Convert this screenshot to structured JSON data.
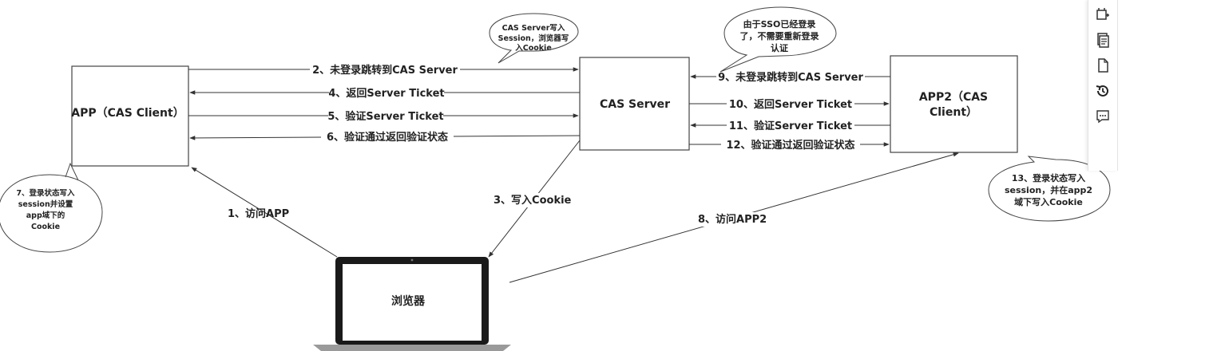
{
  "nodes": {
    "app": "APP（CAS Client）",
    "cas_server": "CAS Server",
    "app2_line1": "APP2（CAS",
    "app2_line2": "Client）",
    "browser": "浏览器"
  },
  "arrows": {
    "a2": "2、未登录跳转到CAS Server",
    "a4": "4、返回Server Ticket",
    "a5": "5、验证Server Ticket",
    "a6": "6、验证通过返回验证状态",
    "a9": "9、未登录跳转到CAS Server",
    "a10": "10、返回Server Ticket",
    "a11": "11、验证Server Ticket",
    "a12": "12、验证通过返回验证状态",
    "a1": "1、访问APP",
    "a3": "3、写入Cookie",
    "a8": "8、访问APP2"
  },
  "bubbles": {
    "cas_write": [
      "CAS Server写入",
      "Session，浏览器写",
      "入Cookie"
    ],
    "sso": [
      "由于SSO已经登录",
      "了，不需要重新登录",
      "认证"
    ],
    "app_note": [
      "7、登录状态写入",
      "session并设置",
      "app域下的",
      "Cookie"
    ],
    "app2_note": [
      "13、登录状态写入",
      "session，并在app2",
      "域下写入Cookie"
    ]
  },
  "toolbar_icons": [
    "frame-icon",
    "copy-icon",
    "document-icon",
    "history-icon",
    "comment-icon"
  ]
}
